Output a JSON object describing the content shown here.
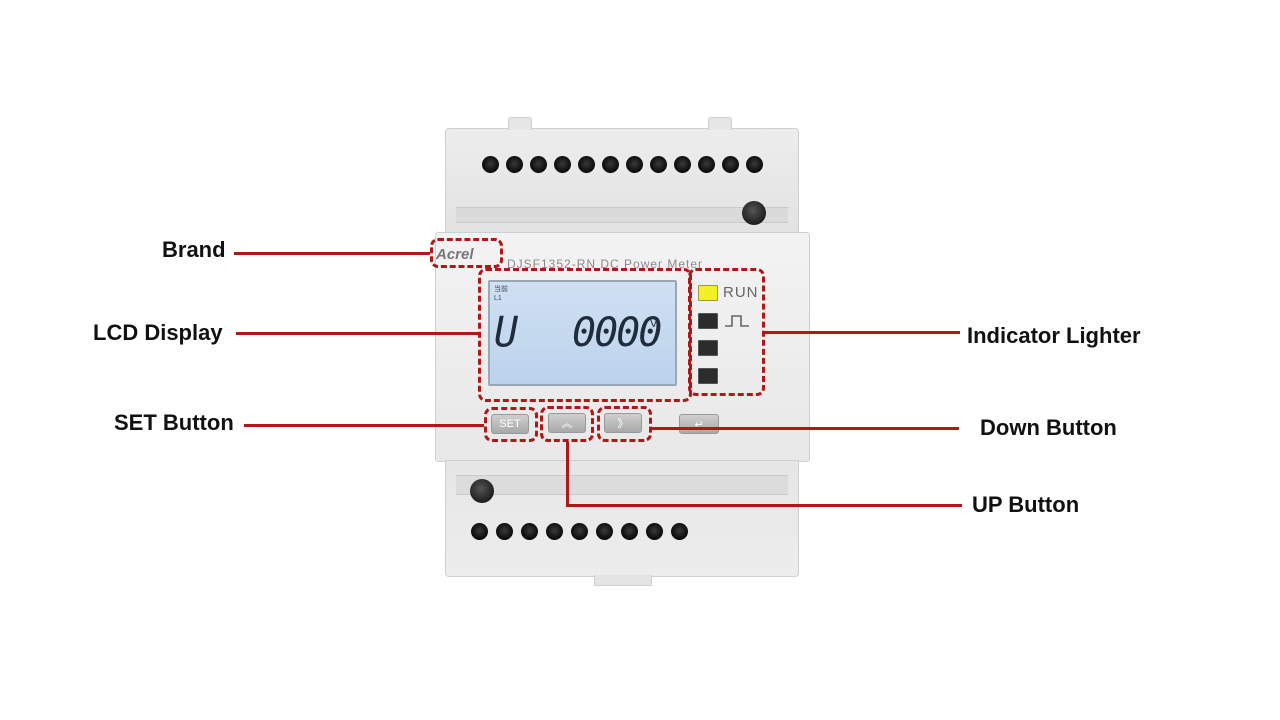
{
  "device": {
    "brand": "Acrel",
    "model": "DJSF1352-RN DC Power Meter",
    "lcd": {
      "top_label": "当前",
      "phase_label": "L1",
      "mode": "U",
      "value": "0000",
      "unit": "V"
    },
    "indicators": {
      "run_label": "RUN"
    },
    "buttons": {
      "set_label": "SET",
      "up_glyph": "︽",
      "down_glyph": "》",
      "enter_glyph": "↵"
    }
  },
  "callouts": {
    "brand": "Brand",
    "lcd_display": "LCD Display",
    "set_button": "SET Button",
    "indicator_lighter": "Indicator Lighter",
    "down_button": "Down Button",
    "up_button": "UP Button"
  },
  "colors": {
    "callout_red": "#b01818",
    "led_on": "#f3f026"
  }
}
